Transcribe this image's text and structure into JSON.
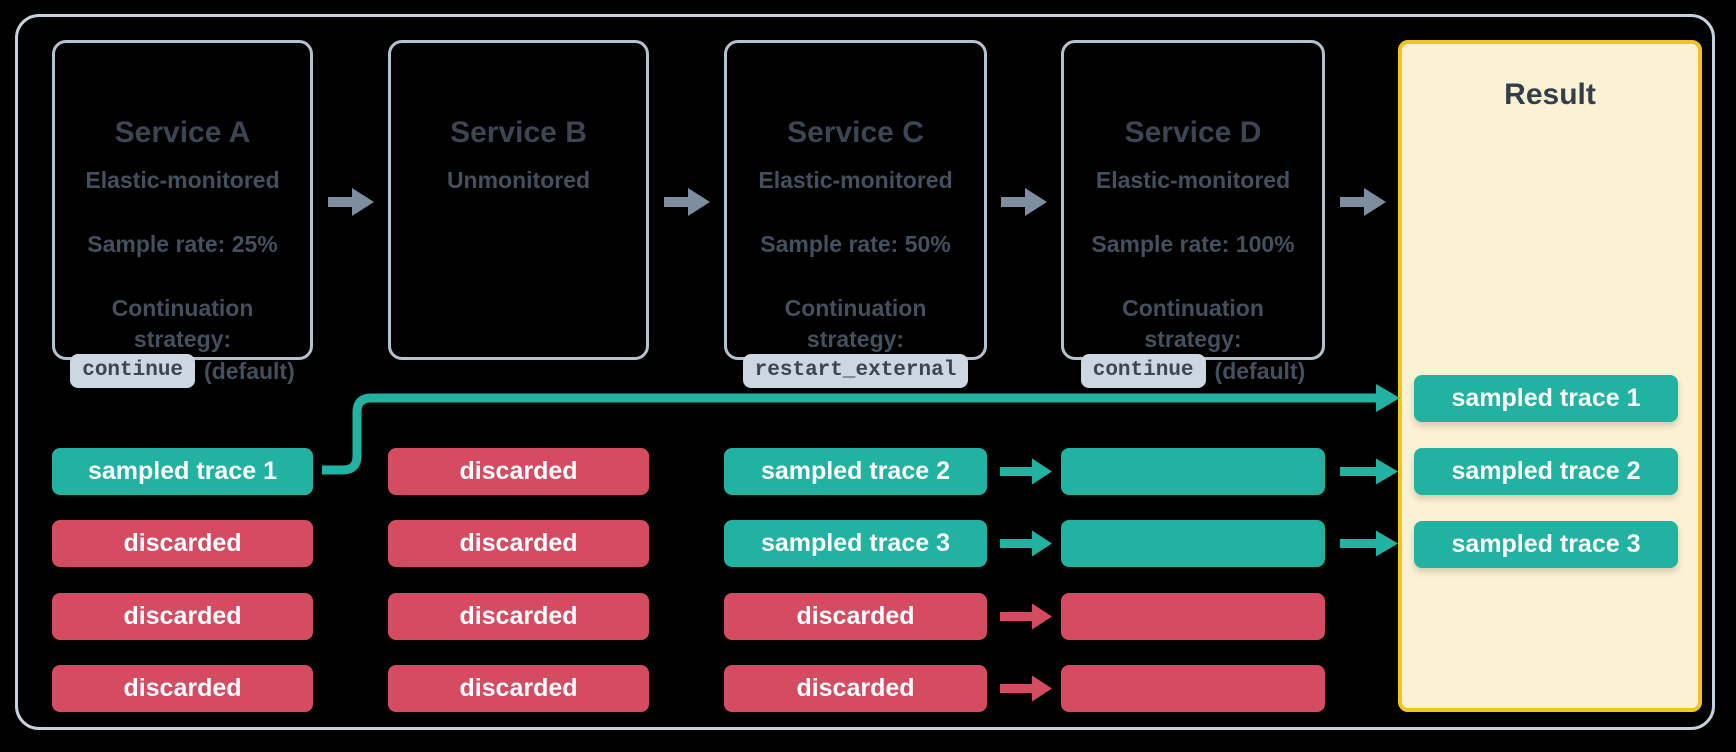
{
  "diagram": {
    "title_hint": "distributed trace sampling flow",
    "services": [
      {
        "title": "Service A",
        "subtitle": "Elastic-monitored",
        "sample_rate": "Sample rate: 25%",
        "continuation_line1": "Continuation",
        "continuation_line2": "strategy:",
        "strategy_badge": "continue",
        "strategy_suffix": "(default)"
      },
      {
        "title": "Service B",
        "subtitle": "Unmonitored"
      },
      {
        "title": "Service C",
        "subtitle": "Elastic-monitored",
        "sample_rate": "Sample rate: 50%",
        "continuation_line1": "Continuation",
        "continuation_line2": "strategy:",
        "strategy_badge": "restart_external",
        "strategy_suffix": ""
      },
      {
        "title": "Service D",
        "subtitle": "Elastic-monitored",
        "sample_rate": "Sample rate: 100%",
        "continuation_line1": "Continuation",
        "continuation_line2": "strategy:",
        "strategy_badge": "continue",
        "strategy_suffix": "(default)"
      }
    ],
    "result": {
      "title": "Result",
      "traces": [
        {
          "label": "sampled trace 1",
          "status": "sampled"
        },
        {
          "label": "sampled trace 2",
          "status": "sampled"
        },
        {
          "label": "sampled trace 3",
          "status": "sampled"
        }
      ]
    },
    "columns": [
      {
        "service": "Service A",
        "bars": [
          {
            "label": "sampled trace 1",
            "status": "sampled"
          },
          {
            "label": "discarded",
            "status": "discarded"
          },
          {
            "label": "discarded",
            "status": "discarded"
          },
          {
            "label": "discarded",
            "status": "discarded"
          }
        ]
      },
      {
        "service": "Service B",
        "bars": [
          {
            "label": "discarded",
            "status": "discarded"
          },
          {
            "label": "discarded",
            "status": "discarded"
          },
          {
            "label": "discarded",
            "status": "discarded"
          },
          {
            "label": "discarded",
            "status": "discarded"
          }
        ]
      },
      {
        "service": "Service C",
        "bars": [
          {
            "label": "sampled trace 2",
            "status": "sampled"
          },
          {
            "label": "sampled trace 3",
            "status": "sampled"
          },
          {
            "label": "discarded",
            "status": "discarded"
          },
          {
            "label": "discarded",
            "status": "discarded"
          }
        ]
      },
      {
        "service": "Service D",
        "bars": [
          {
            "label": "",
            "status": "sampled"
          },
          {
            "label": "",
            "status": "sampled"
          },
          {
            "label": "",
            "status": "discarded"
          },
          {
            "label": "",
            "status": "discarded"
          }
        ]
      }
    ],
    "colors": {
      "sampled_teal": "#21b2a2",
      "discarded_red": "#d54b61",
      "result_border_yellow": "#f2c41f",
      "result_fill_cream": "#fbf1d3",
      "service_box_border": "#b4c1ce",
      "outer_frame_border": "#c8d2dd",
      "text_dark_slate": "#3b4553",
      "badge_background": "#ccd7e2",
      "flow_arrow_gray": "#7d8e9e"
    }
  }
}
